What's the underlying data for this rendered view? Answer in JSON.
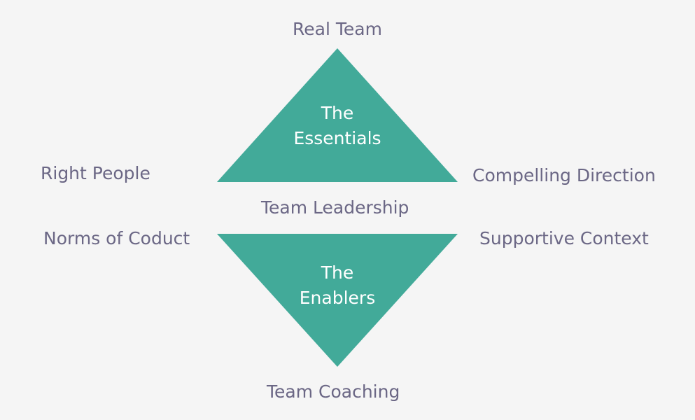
{
  "diagram": {
    "top_triangle": {
      "line1": "The",
      "line2": "Essentials"
    },
    "bottom_triangle": {
      "line1": "The",
      "line2": "Enablers"
    },
    "labels": {
      "real_team": "Real Team",
      "right_people": "Right People",
      "compelling_direction": "Compelling Direction",
      "team_leadership": "Team Leadership",
      "norms_of_conduct": "Norms of Coduct",
      "supportive_context": "Supportive Context",
      "team_coaching": "Team Coaching"
    },
    "colors": {
      "background": "#f5f5f5",
      "triangle_fill": "#42aa99",
      "label_text": "#6b6785",
      "inner_text": "#ffffff"
    }
  }
}
